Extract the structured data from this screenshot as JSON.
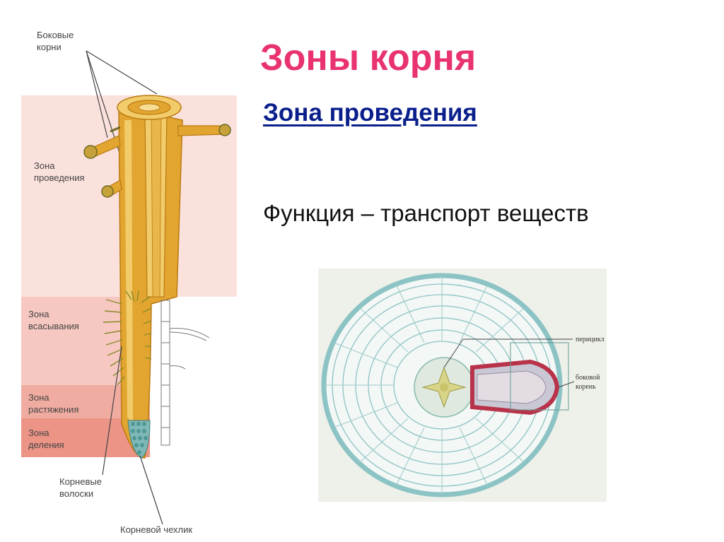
{
  "slide": {
    "title": "Зоны корня",
    "subtitle": "Зона проведения",
    "function_text": "Функция – транспорт веществ"
  },
  "root_diagram": {
    "labels": {
      "lateral_roots": [
        "Боковые",
        "корни"
      ],
      "conduction_zone": [
        "Зона",
        "проведения"
      ],
      "absorption_zone": [
        "Зона",
        "всасывания"
      ],
      "elongation_zone": [
        "Зона",
        "растяжения"
      ],
      "division_zone": [
        "Зона",
        "деления"
      ],
      "root_hairs": [
        "Корневые",
        "волоски"
      ],
      "root_cap": "Корневой чехлик"
    },
    "colors": {
      "conduction_band": "#fbe1dc",
      "absorption_band": "#f6c8c1",
      "elongation_band": "#f1aca2",
      "division_band": "#ec9486",
      "root_fill": "#e2a530",
      "root_dark": "#b97a12",
      "root_light": "#f2cc6a"
    }
  },
  "micrograph": {
    "labels": {
      "pericycle": "перицикл",
      "lateral_root": [
        "боковой",
        "корень"
      ]
    },
    "colors": {
      "background": "#eef0ea",
      "cells": "#8cc3c4",
      "lateral_root_edge": "#b8324a"
    }
  }
}
